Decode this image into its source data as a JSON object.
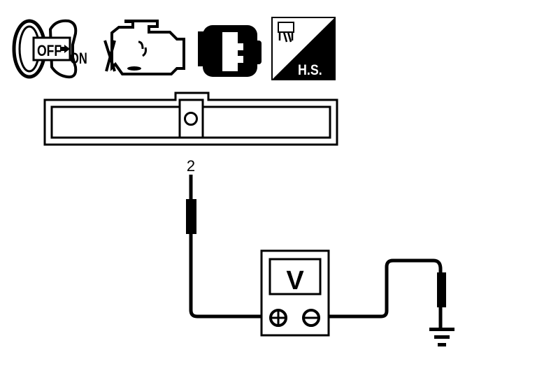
{
  "icons": {
    "ignition": {
      "name": "ignition-key-icon",
      "from": "OFF",
      "to": "ON"
    },
    "engine": {
      "name": "engine-stopped-icon"
    },
    "connector": {
      "name": "disconnect-connector-icon"
    },
    "harness": {
      "name": "harness-side-icon",
      "label": "H.S."
    }
  },
  "connector": {
    "terminal_label": "2"
  },
  "meter": {
    "label": "V",
    "positive_symbol": "+",
    "negative_symbol": "−"
  },
  "colors": {
    "ink": "#000000",
    "paper": "#ffffff"
  }
}
